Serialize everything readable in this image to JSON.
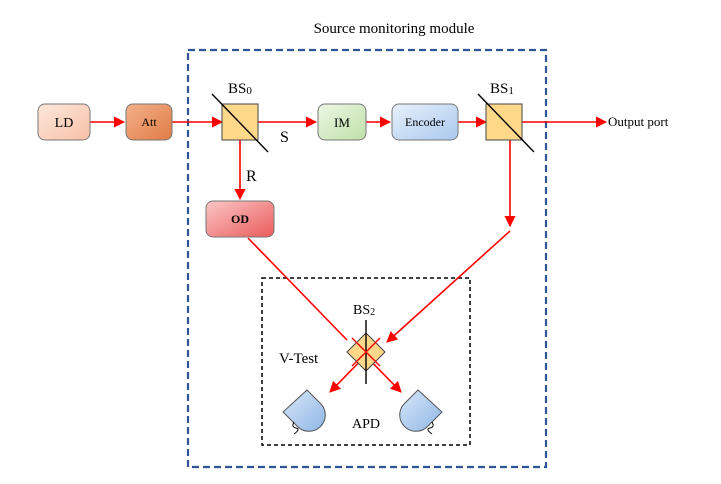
{
  "title": "Source monitoring module",
  "components": {
    "ld": "LD",
    "att": "Att",
    "im": "IM",
    "encoder": "Encoder",
    "od": "OD"
  },
  "labels": {
    "bs0_main": "BS",
    "bs0_sub": "0",
    "bs1_main": "BS",
    "bs1_sub": "1",
    "bs2_main": "BS",
    "bs2_sub": "2",
    "s": "S",
    "r": "R",
    "v_test": "V-Test",
    "apd": "APD",
    "output_port": "Output port"
  },
  "colors": {
    "beam": "#ff0000",
    "module_border": "#2f5597",
    "bs_fill": "#ffd88a",
    "ld_fill": "#fbd5c3",
    "att_fill": "#ee9a6a",
    "im_fill": "#d6ecc8",
    "encoder_fill": "#c7dcf3",
    "od_fill": "#f28686",
    "apd_fill": "#a9c8ee"
  }
}
